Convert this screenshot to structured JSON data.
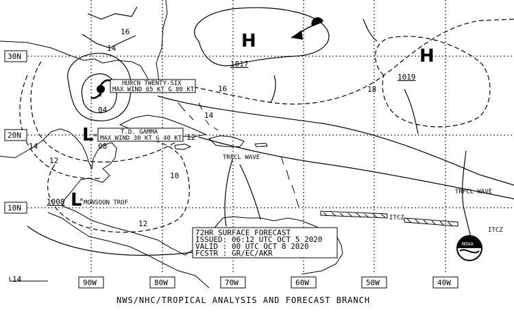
{
  "lat_labels": [
    "30N",
    "20N",
    "10N"
  ],
  "lon_labels": [
    "90W",
    "80W",
    "70W",
    "60W",
    "50W",
    "40W"
  ],
  "forecast": {
    "line1": "72HR SURFACE FORECAST",
    "line2": "ISSUED: 06:12 UTC OCT 5 2020",
    "line3": "VALID : 00 UTC OCT 8 2020",
    "line4": "FCSTR : GR/EC/AKR"
  },
  "storms": {
    "hurricane_name": "HURCN TWENTY-SIX",
    "hurricane_wind": "MAX WIND 65 KT G 80 KT",
    "hurricane_pressure": "04",
    "gamma_name": "T.D. GAMMA",
    "gamma_wind": "MAX WIND 30 KT G 40 KT",
    "gamma_pressure": "08"
  },
  "pressure_centers": {
    "high1_letter": "H",
    "high1_value": "1017",
    "high2_letter": "H",
    "high2_value": "1019",
    "low_gamma_letter": "L",
    "low_monsoon_letter": "L",
    "low_monsoon_value": "1008"
  },
  "features": {
    "monsoon_trof": "MONSOON TROF",
    "trpcl_wave_1": "TRPCL WAVE",
    "trpcl_wave_2": "TRPCL WAVE",
    "itcz_1": "ITCZ",
    "itcz_2": "ITCZ"
  },
  "isobar_labels": {
    "i16_top": "16",
    "i14_top": "14",
    "i16_mid": "16",
    "i18": "18",
    "i14_mid": "14",
    "i12_mid": "12",
    "i14_left": "14",
    "i12_left": "12",
    "i10": "10",
    "i12_low": "12",
    "i14_bottom": "14"
  },
  "logo_text": "NOAA",
  "footer": "NWS/NHC/TROPICAL ANALYSIS AND FORECAST BRANCH"
}
